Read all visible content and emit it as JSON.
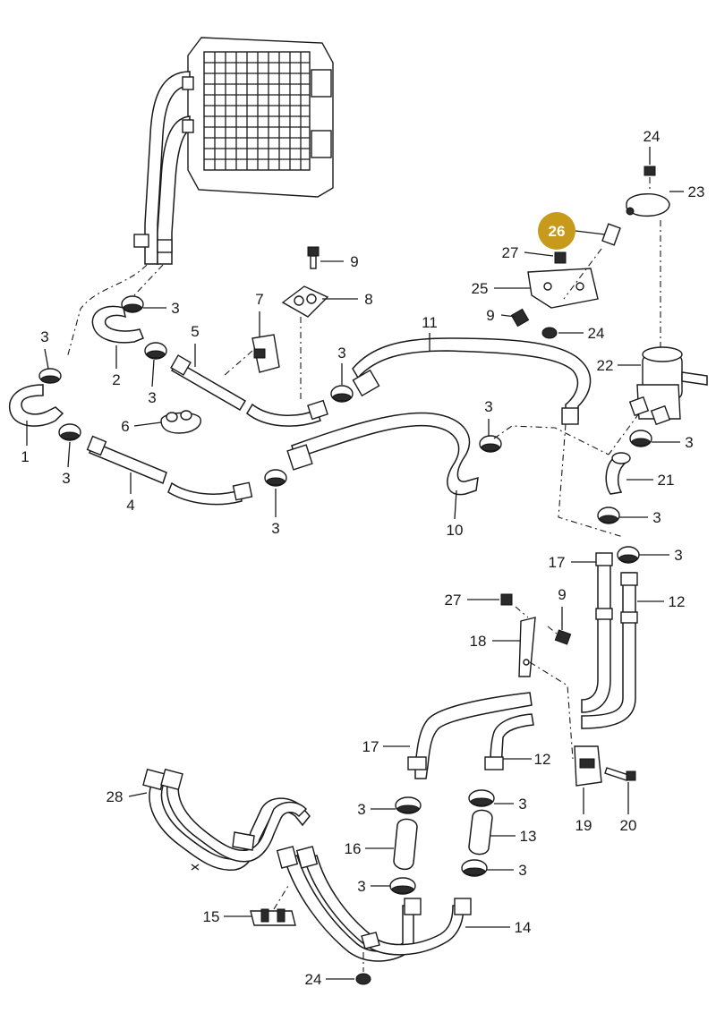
{
  "highlight": {
    "label": "26",
    "color": "#c79a1c"
  },
  "callouts": [
    {
      "id": "c1",
      "label": "1"
    },
    {
      "id": "c2",
      "label": "2"
    },
    {
      "id": "c3a",
      "label": "3"
    },
    {
      "id": "c3b",
      "label": "3"
    },
    {
      "id": "c3c",
      "label": "3"
    },
    {
      "id": "c3d",
      "label": "3"
    },
    {
      "id": "c3e",
      "label": "3"
    },
    {
      "id": "c3f",
      "label": "3"
    },
    {
      "id": "c3g",
      "label": "3"
    },
    {
      "id": "c3h",
      "label": "3"
    },
    {
      "id": "c3i",
      "label": "3"
    },
    {
      "id": "c3j",
      "label": "3"
    },
    {
      "id": "c3k",
      "label": "3"
    },
    {
      "id": "c3l",
      "label": "3"
    },
    {
      "id": "c3m",
      "label": "3"
    },
    {
      "id": "c3n",
      "label": "3"
    },
    {
      "id": "c3o",
      "label": "3"
    },
    {
      "id": "c4",
      "label": "4"
    },
    {
      "id": "c5",
      "label": "5"
    },
    {
      "id": "c6",
      "label": "6"
    },
    {
      "id": "c7",
      "label": "7"
    },
    {
      "id": "c8",
      "label": "8"
    },
    {
      "id": "c9a",
      "label": "9"
    },
    {
      "id": "c9b",
      "label": "9"
    },
    {
      "id": "c9c",
      "label": "9"
    },
    {
      "id": "c10",
      "label": "10"
    },
    {
      "id": "c11",
      "label": "11"
    },
    {
      "id": "c12a",
      "label": "12"
    },
    {
      "id": "c12b",
      "label": "12"
    },
    {
      "id": "c13",
      "label": "13"
    },
    {
      "id": "c14",
      "label": "14"
    },
    {
      "id": "c15",
      "label": "15"
    },
    {
      "id": "c16",
      "label": "16"
    },
    {
      "id": "c17a",
      "label": "17"
    },
    {
      "id": "c17b",
      "label": "17"
    },
    {
      "id": "c18",
      "label": "18"
    },
    {
      "id": "c19",
      "label": "19"
    },
    {
      "id": "c20",
      "label": "20"
    },
    {
      "id": "c21",
      "label": "21"
    },
    {
      "id": "c22",
      "label": "22"
    },
    {
      "id": "c23",
      "label": "23"
    },
    {
      "id": "c24a",
      "label": "24"
    },
    {
      "id": "c24b",
      "label": "24"
    },
    {
      "id": "c24c",
      "label": "24"
    },
    {
      "id": "c25",
      "label": "25"
    },
    {
      "id": "c27a",
      "label": "27"
    },
    {
      "id": "c27b",
      "label": "27"
    },
    {
      "id": "c28",
      "label": "28"
    }
  ]
}
